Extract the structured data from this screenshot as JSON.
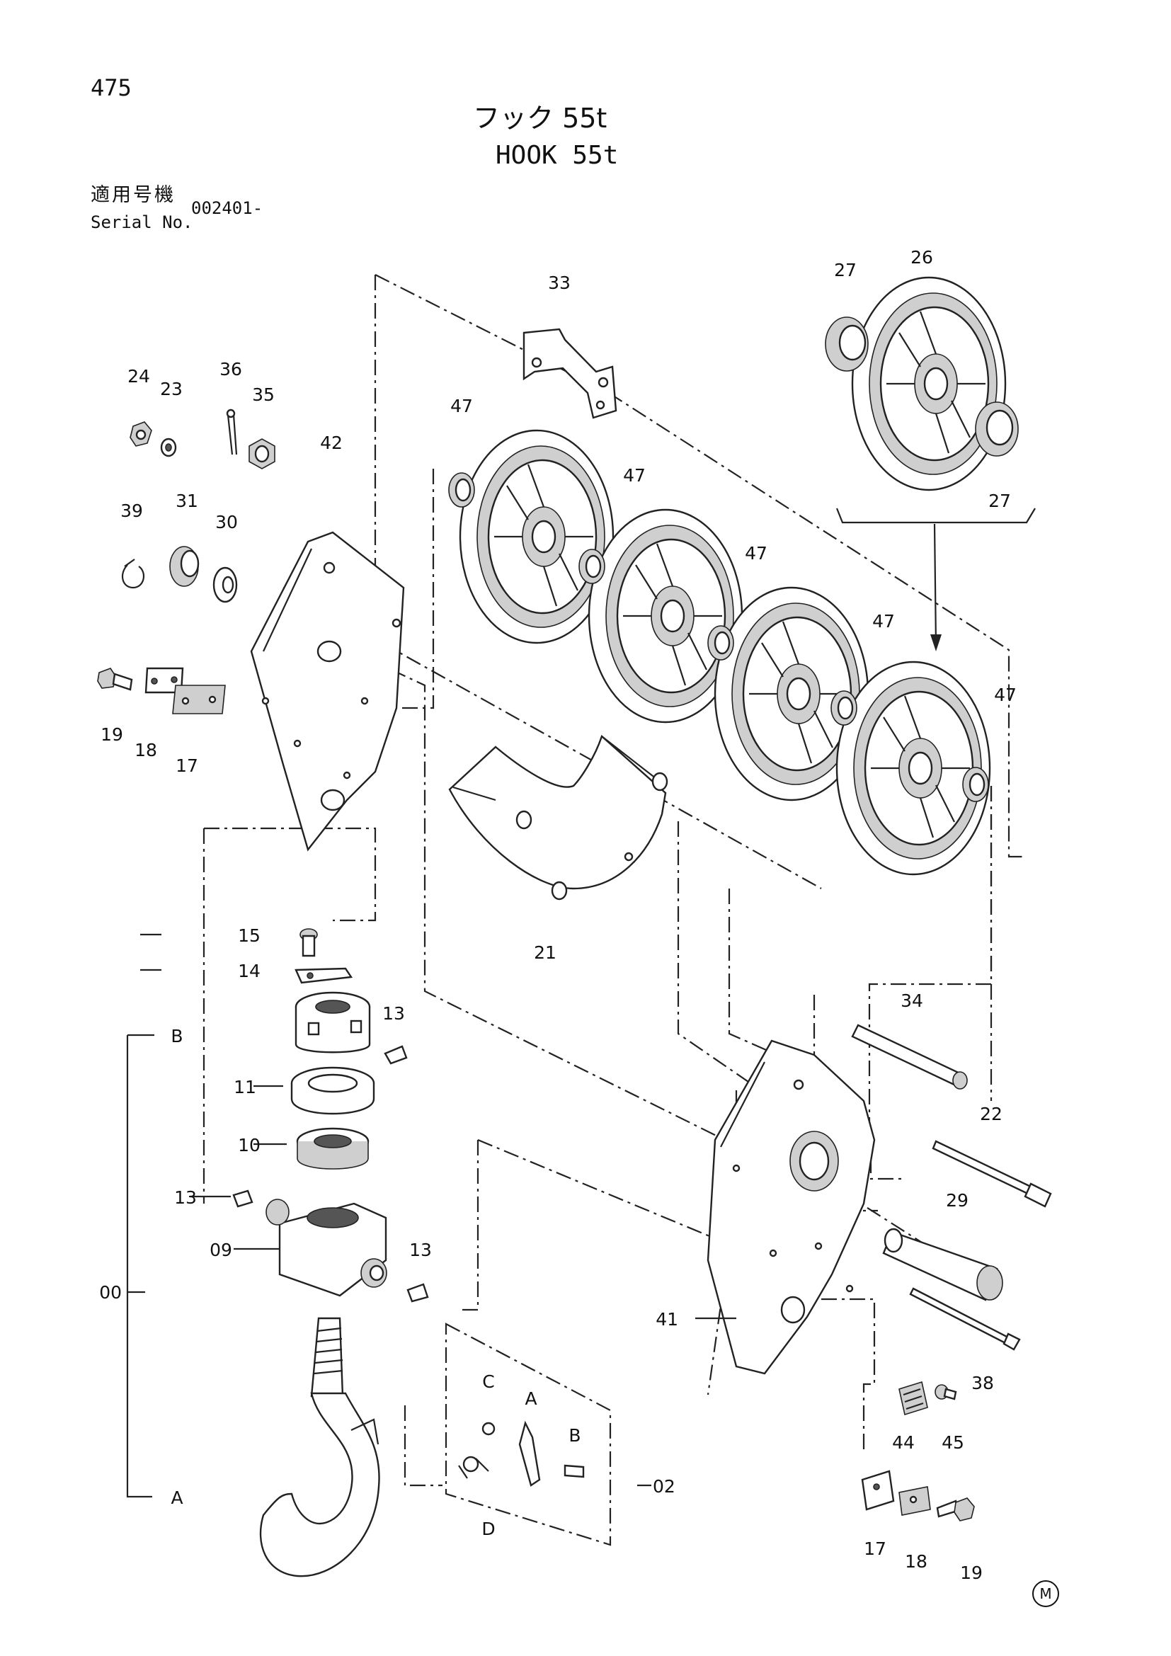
{
  "page_number": "475",
  "title_jp": "フック 55t",
  "title_en": "HOOK 55t",
  "serial": {
    "label_jp": "適用号機",
    "label_en": "Serial No.",
    "value": "002401-"
  },
  "parts": {
    "p00": "00",
    "p02": "02",
    "p09": "09",
    "p10": "10",
    "p11": "11",
    "p13a": "13",
    "p13b": "13",
    "p13c": "13",
    "p14": "14",
    "p15": "15",
    "p17a": "17",
    "p17b": "17",
    "p18a": "18",
    "p18b": "18",
    "p19a": "19",
    "p19b": "19",
    "p21": "21",
    "p22": "22",
    "p23": "23",
    "p24": "24",
    "p26": "26",
    "p27a": "27",
    "p27b": "27",
    "p29": "29",
    "p30": "30",
    "p31": "31",
    "p33": "33",
    "p34": "34",
    "p35": "35",
    "p36": "36",
    "p38": "38",
    "p39": "39",
    "p41": "41",
    "p42": "42",
    "p44": "44",
    "p45": "45",
    "p47a": "47",
    "p47b": "47",
    "p47c": "47",
    "p47d": "47",
    "p47e": "47"
  },
  "letters": {
    "A1": "A",
    "B1": "B",
    "A2": "A",
    "B2": "B",
    "C": "C",
    "D": "D"
  },
  "mark": "M"
}
